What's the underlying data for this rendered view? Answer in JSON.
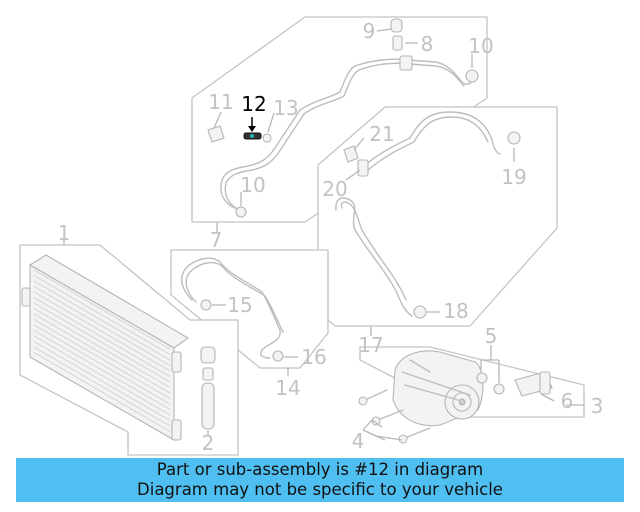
{
  "diagram": {
    "callouts": [
      "1",
      "2",
      "3",
      "4",
      "5",
      "6",
      "7",
      "8",
      "9",
      "10",
      "10",
      "11",
      "12",
      "13",
      "14",
      "15",
      "16",
      "17",
      "18",
      "19",
      "20",
      "21"
    ],
    "highlighted_callout": "12",
    "highlight_color": "#4fbef0"
  },
  "banner": {
    "line1": "Part or sub-assembly is #12 in diagram",
    "line2": "Diagram may not be specific to your vehicle",
    "background": "#4fbef0"
  }
}
